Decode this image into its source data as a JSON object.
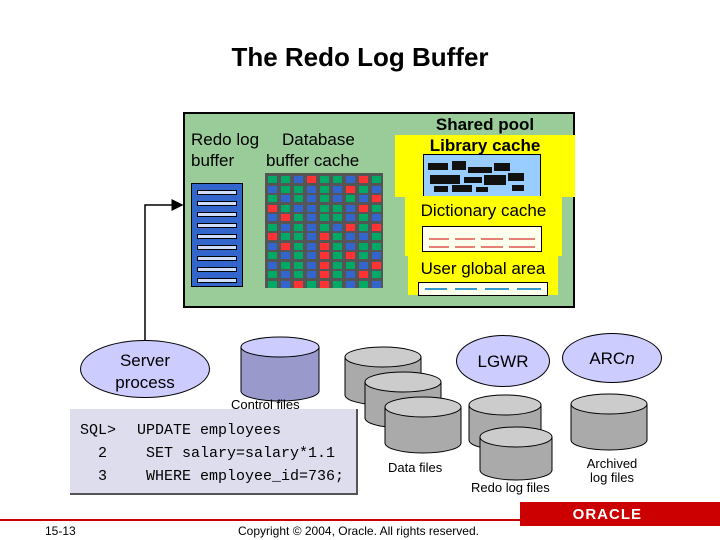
{
  "title": "The Redo Log Buffer",
  "sga": {
    "redo_log_buffer_label_1": "Redo log",
    "redo_log_buffer_label_2": "buffer",
    "db_buffer_label_1": "Database",
    "db_buffer_label_2": "buffer cache",
    "shared_pool_label": "Shared pool",
    "library_cache_label": "Library cache",
    "dictionary_cache_label": "Dictionary cache",
    "uga_label": "User global area"
  },
  "processes": {
    "server_1": "Server",
    "server_2": "process",
    "lgwr": "LGWR",
    "arc_prefix": "ARC",
    "arc_suffix": "n"
  },
  "files": {
    "control": "Control files",
    "data": "Data files",
    "redo": "Redo log files",
    "archived_1": "Archived",
    "archived_2": "log files"
  },
  "sql": {
    "lines": [
      {
        "num": "SQL>",
        "text": " UPDATE employees"
      },
      {
        "num": "  2",
        "text": "  SET salary=salary*1.1"
      },
      {
        "num": "  3",
        "text": "  WHERE employee_id=736;"
      }
    ]
  },
  "footer": {
    "slide_number": "15-13",
    "copyright": "Copyright © 2004, Oracle.  All rights reserved.",
    "brand": "ORACLE"
  },
  "colors": {
    "sga_fill": "#99cc99",
    "highlight": "#ffff00",
    "buffer_block_red": "#ff3333",
    "buffer_block_blue": "#3366cc",
    "buffer_block_green": "#00aa66",
    "brand_red": "#cc0000"
  }
}
